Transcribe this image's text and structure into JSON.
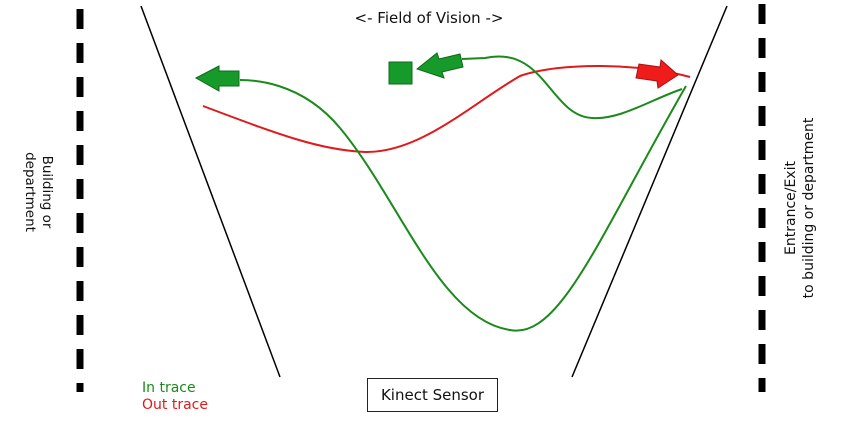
{
  "title": "<- Field of Vision ->",
  "left_label": {
    "line1": "Building or",
    "line2": "department"
  },
  "right_label": {
    "line1": "Entrance/Exit",
    "line2": "to building or department"
  },
  "sensor_label": "Kinect Sensor",
  "legend": {
    "in_trace": "In trace",
    "out_trace": "Out trace"
  },
  "colors": {
    "in_trace": "#1a8a1a",
    "out_trace": "#e0191b",
    "person_marker": "#169a2a",
    "boundary": "#000000"
  }
}
